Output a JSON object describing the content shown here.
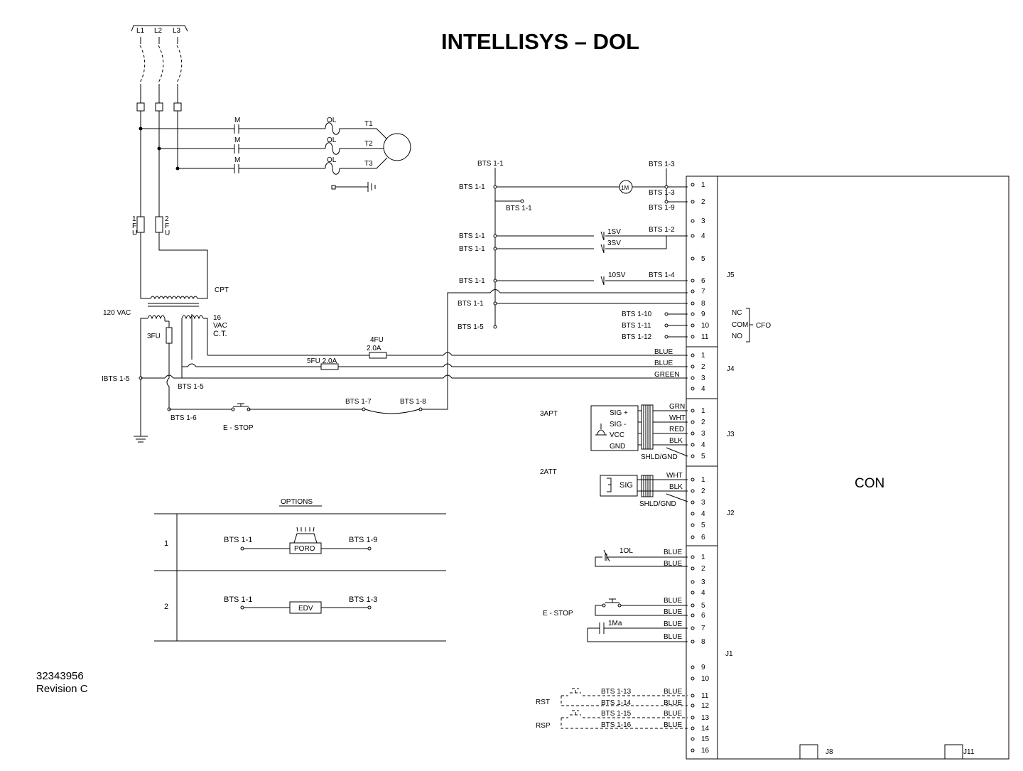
{
  "title": "INTELLISYS – DOL",
  "doc_number": "32343956",
  "revision": "Revision C",
  "controller_label": "CON",
  "phases": [
    "L1",
    "L2",
    "L3"
  ],
  "contactor": "M",
  "overload": "OL",
  "motor_leads": [
    "T1",
    "T2",
    "T3"
  ],
  "fuses": {
    "f1": "1",
    "f2": "2",
    "fu_f": "F",
    "fu_u": "U",
    "f3": "3FU",
    "f4": "4FU",
    "f4_rating": "2.0A",
    "f5": "5FU 2.0A"
  },
  "cpt": "CPT",
  "vac_120": "120 VAC",
  "vac_16": [
    "16",
    "VAC",
    "C.T."
  ],
  "bts": {
    "b1_1": "BTS 1-1",
    "b1_2": "BTS 1-2",
    "b1_3": "BTS 1-3",
    "b1_4": "BTS 1-4",
    "b1_5": "BTS 1-5",
    "b1_5i": "IBTS 1-5",
    "b1_6": "BTS 1-6",
    "b1_7": "BTS 1-7",
    "b1_8": "BTS 1-8",
    "b1_9": "BTS 1-9",
    "b1_10": "BTS 1-10",
    "b1_11": "BTS 1-11",
    "b1_12": "BTS 1-12",
    "b1_13": "BTS 1-13",
    "b1_14": "BTS 1-14",
    "b1_15": "BTS 1-15",
    "b1_16": "BTS 1-16"
  },
  "solenoids": {
    "m1": "1M",
    "sv1": "1SV",
    "sv3": "3SV",
    "sv10": "10SV"
  },
  "estop": "E - STOP",
  "cfo": {
    "nc": "NC",
    "com": "COM",
    "no": "NO",
    "label": "CFO"
  },
  "colors": {
    "blue": "BLUE",
    "green": "GREEN",
    "grn": "GRN",
    "wht": "WHT",
    "red": "RED",
    "blk": "BLK",
    "shld": "SHLD/GND"
  },
  "apt": {
    "name": "3APT",
    "sig_plus": "SIG +",
    "sig_minus": "SIG -",
    "vcc": "VCC",
    "gnd": "GND"
  },
  "att": {
    "name": "2ATT",
    "sig": "SIG"
  },
  "connectors": {
    "j1": "J1",
    "j2": "J2",
    "j3": "J3",
    "j4": "J4",
    "j5": "J5",
    "j8": "J8",
    "j11": "J11"
  },
  "j1_extras": {
    "ol": "1OL",
    "ma": "1Ma",
    "rst": "RST",
    "rsp": "RSP"
  },
  "options": {
    "heading": "OPTIONS",
    "rows": [
      {
        "num": "1",
        "left": "BTS 1-1",
        "device": "PORO",
        "right": "BTS 1-9"
      },
      {
        "num": "2",
        "left": "BTS 1-1",
        "device": "EDV",
        "right": "BTS 1-3"
      }
    ]
  }
}
